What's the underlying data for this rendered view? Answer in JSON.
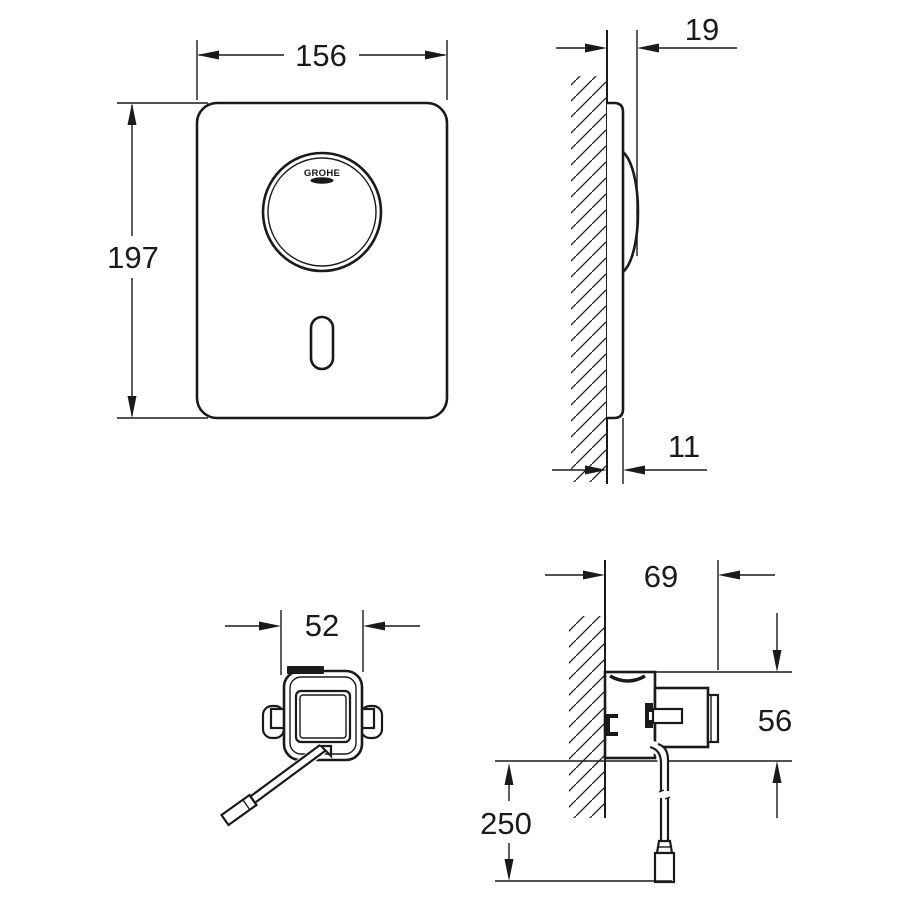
{
  "drawing": {
    "brand": "GROHE",
    "dimensions": {
      "plate_width": "156",
      "plate_height": "197",
      "plate_total_depth": "19",
      "plate_rim_depth": "11",
      "box_width": "52",
      "box_depth": "69",
      "box_height": "56",
      "cable_length": "250"
    },
    "colors": {
      "line": "#1a1a1a",
      "background": "#ffffff"
    }
  }
}
